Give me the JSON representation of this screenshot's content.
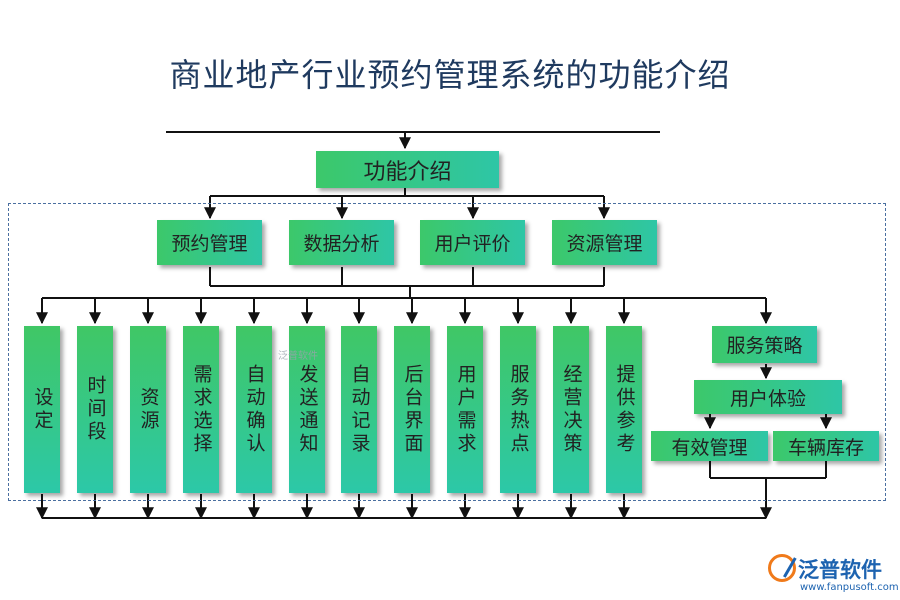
{
  "title": "商业地产行业预约管理系统的功能介绍",
  "root": "功能介绍",
  "level1": [
    "预约管理",
    "数据分析",
    "用户评价",
    "资源管理"
  ],
  "level2": [
    "设定",
    "时间段",
    "资源",
    "需求选择",
    "自动确认",
    "发送通知",
    "自动记录",
    "后台界面",
    "用户需求",
    "服务热点",
    "经营决策",
    "提供参考"
  ],
  "right_branch": {
    "strategy": "服务策略",
    "experience": "用户体验",
    "effective": "有效管理",
    "vehicle": "车辆库存"
  },
  "watermark": "泛普软件",
  "logo": {
    "name": "泛普软件",
    "url": "www.fanpusoft.com"
  },
  "colors": {
    "box_start": "#3cc86a",
    "box_end": "#2ec6a6",
    "line": "#111111",
    "title": "#1f3a5f",
    "dashed_border": "#4a6fa0"
  }
}
